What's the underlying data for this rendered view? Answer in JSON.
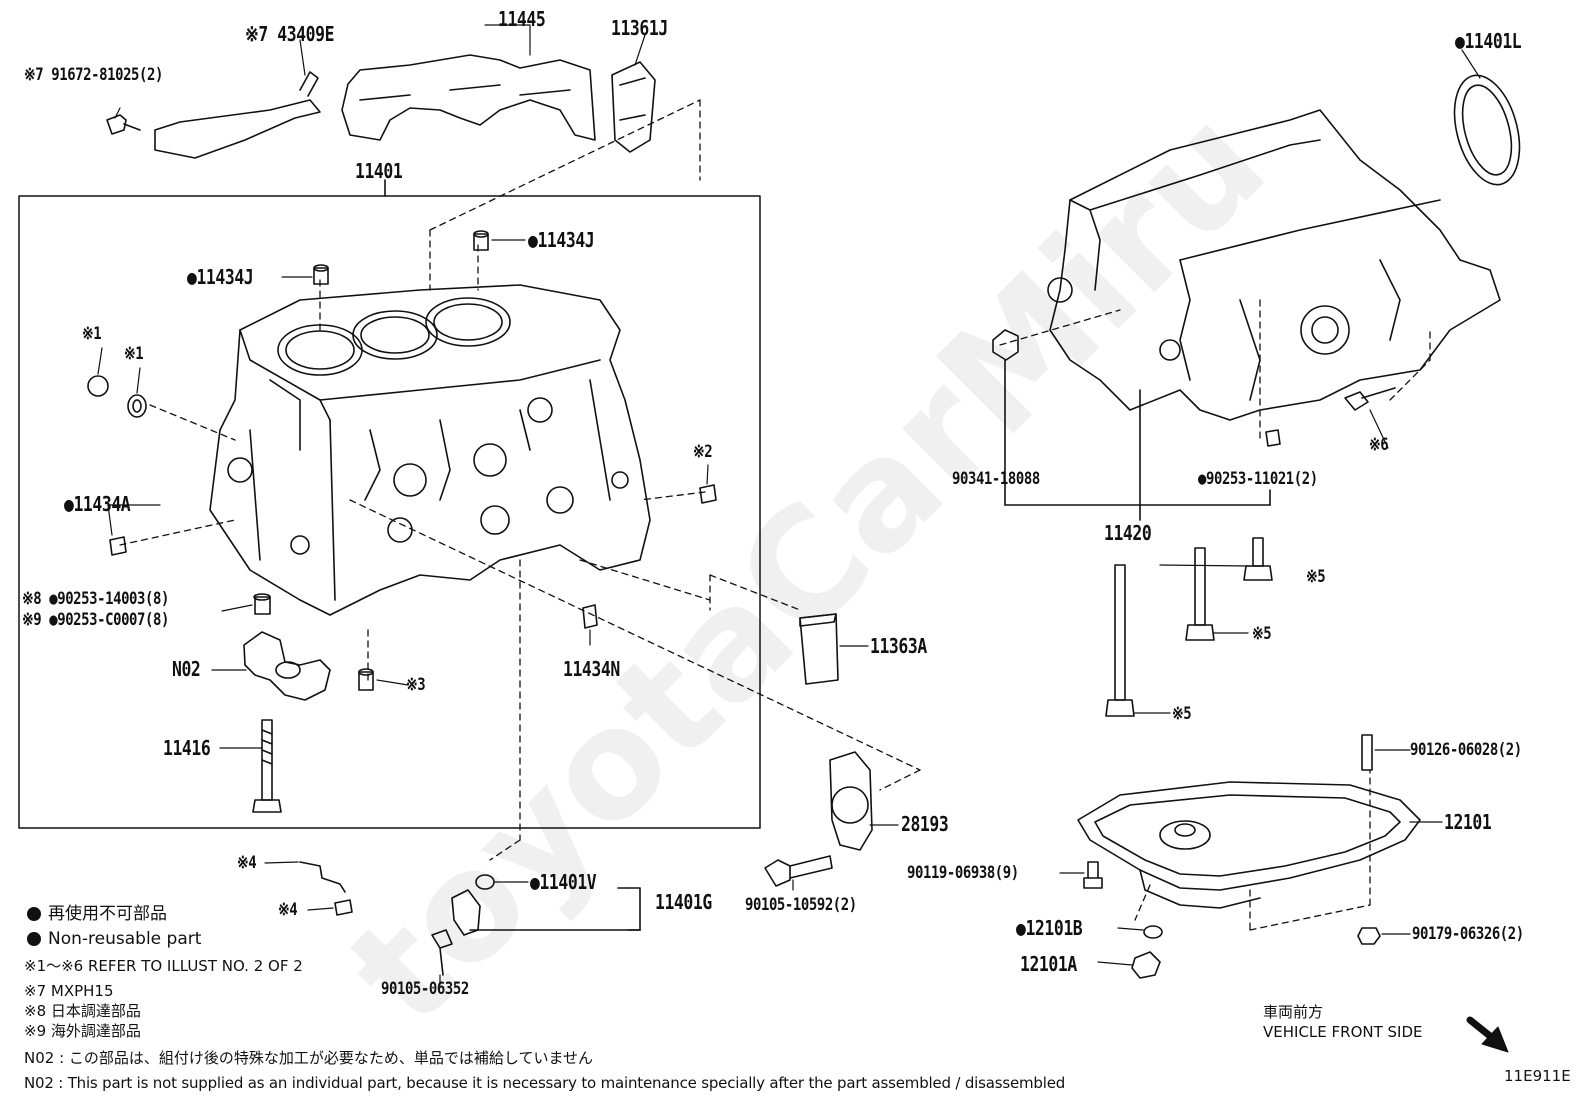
{
  "diagram_id": "11E911E",
  "watermark": "toyotaCarMiru",
  "legend": {
    "non_reusable_ja": "再使用不可部品",
    "non_reusable_en": "Non-reusable part",
    "refer_note": "※1～※6  REFER TO ILLUST NO. 2 OF 2",
    "note7": "※7 MXPH15",
    "note8": "※8 日本調達部品",
    "note9": "※9 海外調達部品",
    "n02_ja": "N02 : この部品は、組付け後の特殊な加工が必要なため、単品では補給していません",
    "n02_en": "N02 : This part is not supplied as an individual part, because it is necessary to maintenance specially after the part assembled / disassembled"
  },
  "direction": {
    "ja": "車両前方",
    "en": "VEHICLE FRONT SIDE"
  },
  "parts": {
    "p91672": "※7 91672-81025(2)",
    "p43409E": "※7 43409E",
    "p11445": "11445",
    "p11361J": "11361J",
    "p11401": "11401",
    "p11401L": "●11401L",
    "p11434J_top": "●11434J",
    "p11434J_left": "●11434J",
    "p_ast1a": "※1",
    "p_ast1b": "※1",
    "p11434A": "●11434A",
    "p_ast2": "※2",
    "p90253_14003": "※8 ●90253-14003(8)",
    "p90253_C0007": "※9 ●90253-C0007(8)",
    "pN02": "N02",
    "p_ast3": "※3",
    "p11434N": "11434N",
    "p11363A": "11363A",
    "p11416": "11416",
    "p28193": "28193",
    "p_ast4a": "※4",
    "p_ast4b": "※4",
    "p11401V": "●11401V",
    "p11401G": "11401G",
    "p90105_10592": "90105-10592(2)",
    "p90105_06352": "90105-06352",
    "p90341": "90341-18088",
    "p90253_11021": "●90253-11021(2)",
    "p11420": "11420",
    "p_ast6": "※6",
    "p_ast5a": "※5",
    "p_ast5b": "※5",
    "p_ast5c": "※5",
    "p90126": "90126-06028(2)",
    "p12101": "12101",
    "p90119": "90119-06938(9)",
    "p12101B": "●12101B",
    "p12101A": "12101A",
    "p90179": "90179-06326(2)"
  }
}
